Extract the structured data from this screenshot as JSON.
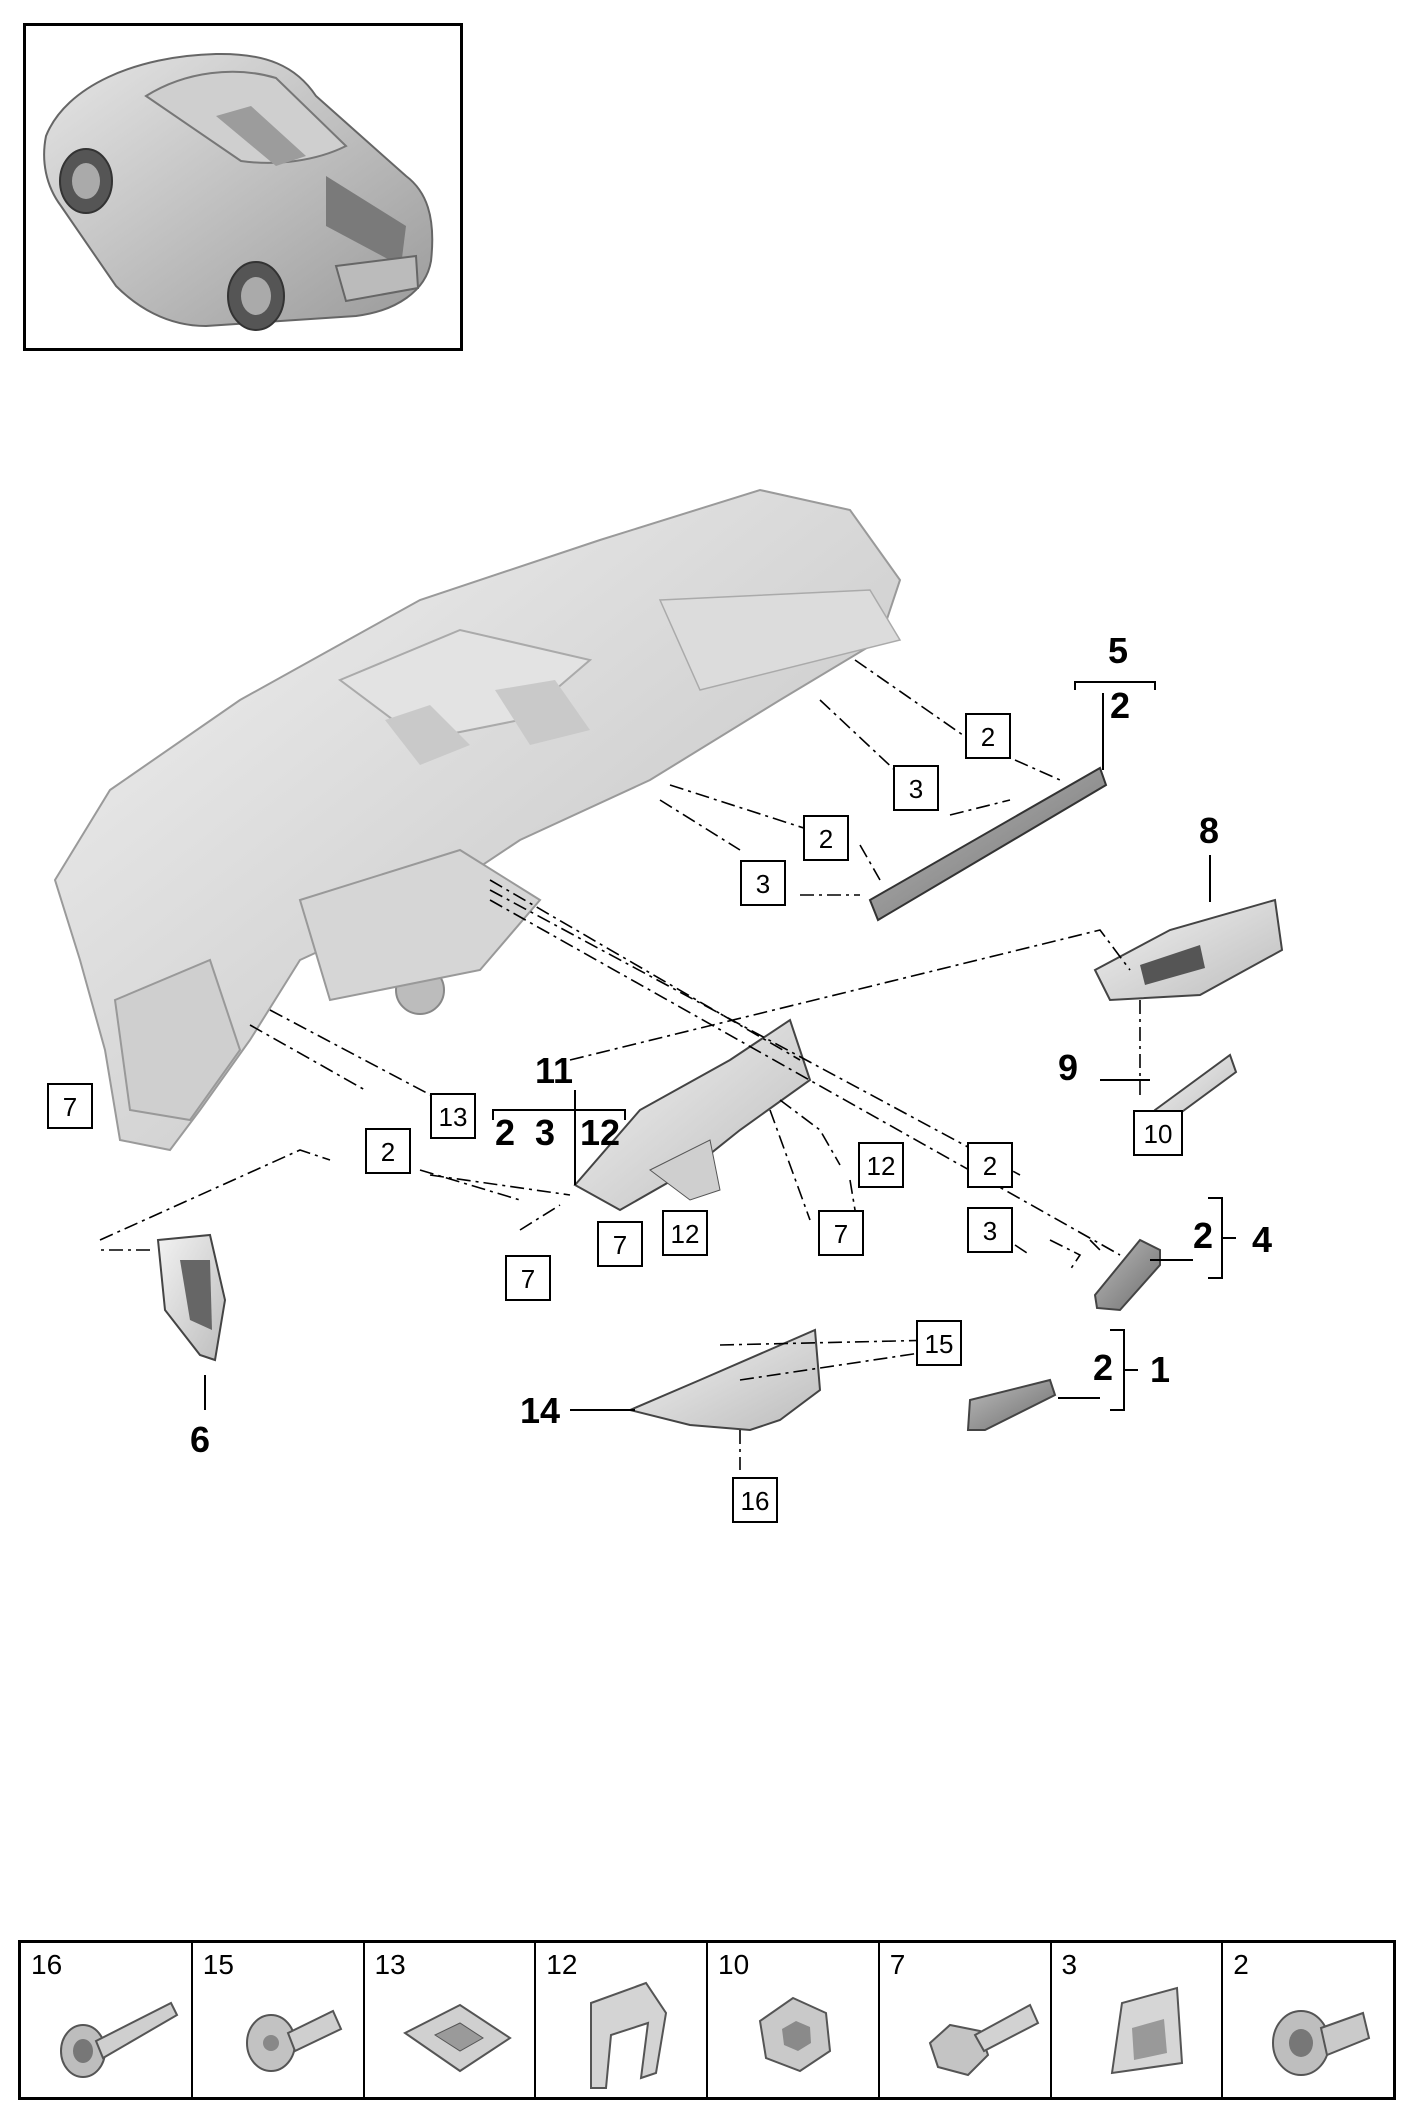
{
  "diagram": {
    "callouts": [
      "5",
      "2",
      "8",
      "9",
      "11",
      "2",
      "3",
      "12",
      "2",
      "4",
      "2",
      "1",
      "14",
      "6"
    ],
    "boxed_refs": [
      "2",
      "3",
      "2",
      "3",
      "7",
      "13",
      "2",
      "12",
      "7",
      "12",
      "7",
      "7",
      "2",
      "3",
      "10",
      "15",
      "16"
    ]
  },
  "legend": {
    "items": [
      {
        "number": "16",
        "icon": "flange-bolt-icon"
      },
      {
        "number": "15",
        "icon": "hex-flange-bolt-icon"
      },
      {
        "number": "13",
        "icon": "clip-nut-icon"
      },
      {
        "number": "12",
        "icon": "spring-clip-icon"
      },
      {
        "number": "10",
        "icon": "hex-nut-icon"
      },
      {
        "number": "7",
        "icon": "hex-bolt-icon"
      },
      {
        "number": "3",
        "icon": "retaining-clip-icon"
      },
      {
        "number": "2",
        "icon": "expanding-rivet-icon"
      }
    ]
  },
  "colors": {
    "line": "#000000",
    "part_fill": "#d9d9d9",
    "part_dark": "#8c8c8c",
    "background": "#ffffff"
  }
}
